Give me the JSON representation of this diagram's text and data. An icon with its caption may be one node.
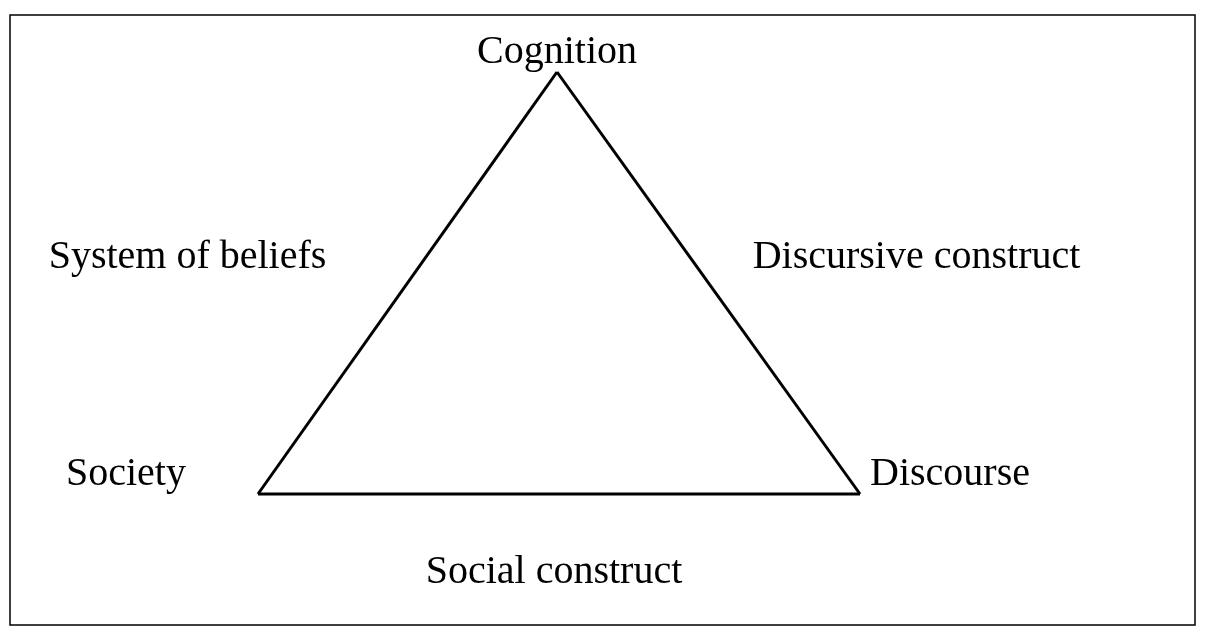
{
  "diagram": {
    "nodes": [
      {
        "text": [
          "Cognition"
        ]
      },
      {
        "text": [
          "Society"
        ]
      },
      {
        "text": [
          "Discourse"
        ]
      }
    ],
    "edges": [
      {
        "from": 0,
        "to": 1,
        "arrow": "none",
        "label": "System of beliefs"
      },
      {
        "from": 0,
        "to": 2,
        "arrow": "none",
        "label": "Discursive construct"
      },
      {
        "from": 1,
        "to": 2,
        "arrow": "none",
        "label": "Social construct"
      }
    ]
  }
}
